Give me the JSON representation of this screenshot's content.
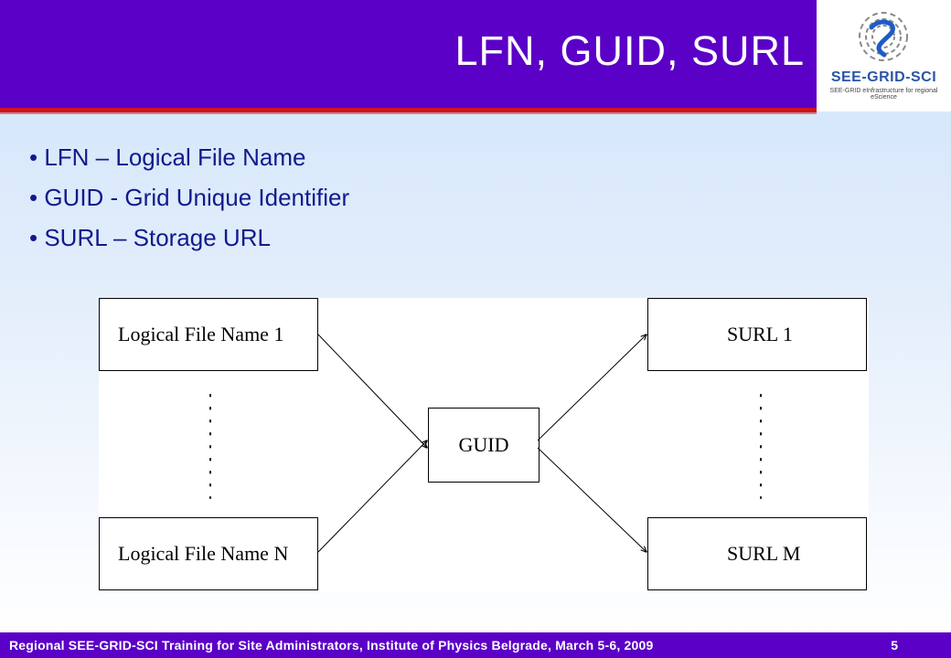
{
  "slide": {
    "title": "LFN, GUID, SURL",
    "logo_text": "SEE-GRID-SCI",
    "logo_subtitle": "SEE-GRID eInfrastructure for regional eScience",
    "bullets": [
      "LFN – Logical File Name",
      "GUID - Grid Unique Identifier",
      "SURL – Storage URL"
    ],
    "diagram": {
      "lfn_first": "Logical File Name 1",
      "lfn_last": "Logical File Name N",
      "guid": "GUID",
      "surl_first": "SURL 1",
      "surl_last": "SURL M"
    },
    "footer": {
      "text": "Regional SEE-GRID-SCI Training for Site Administrators, Institute of Physics Belgrade, March 5-6, 2009",
      "page_number": "5"
    },
    "colors": {
      "header": "#5b00c6",
      "accent_line": "#d0141b",
      "bullet_text": "#111a8c"
    }
  }
}
